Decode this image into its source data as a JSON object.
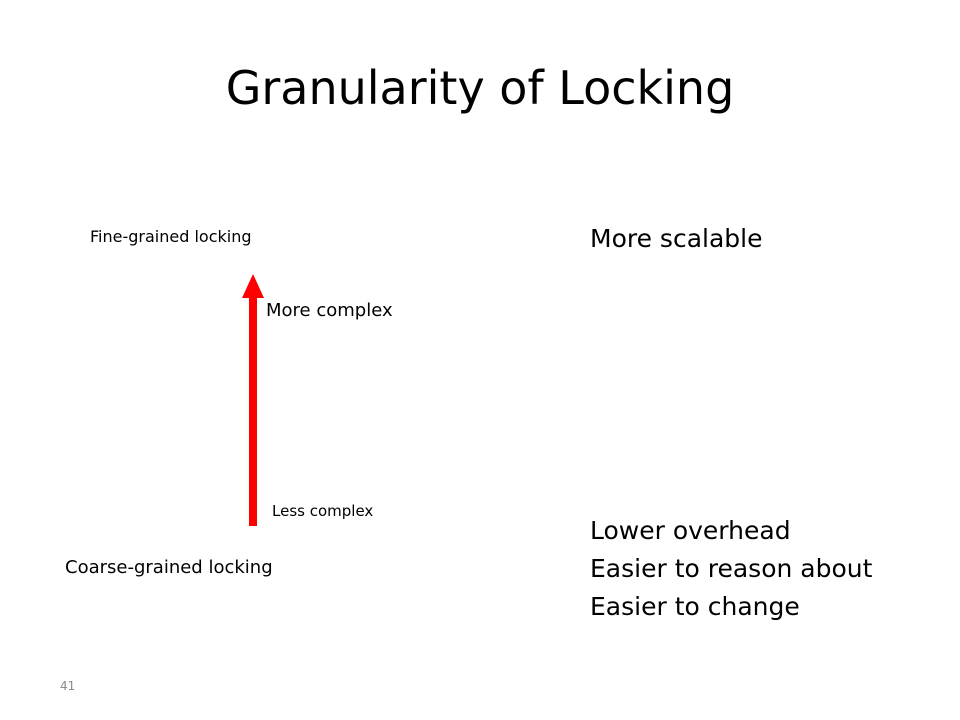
{
  "slide": {
    "title": "Granularity of Locking",
    "diagram": {
      "top_label": "Fine-grained locking",
      "bottom_label": "Coarse-grained locking",
      "arrow_top_caption": "More complex",
      "arrow_bottom_caption": "Less complex",
      "arrow_color": "#ff0000"
    },
    "fine_benefits": [
      "More scalable"
    ],
    "coarse_benefits": [
      "Lower overhead",
      "Easier to reason about",
      "Easier to change"
    ],
    "page_number": "41"
  }
}
